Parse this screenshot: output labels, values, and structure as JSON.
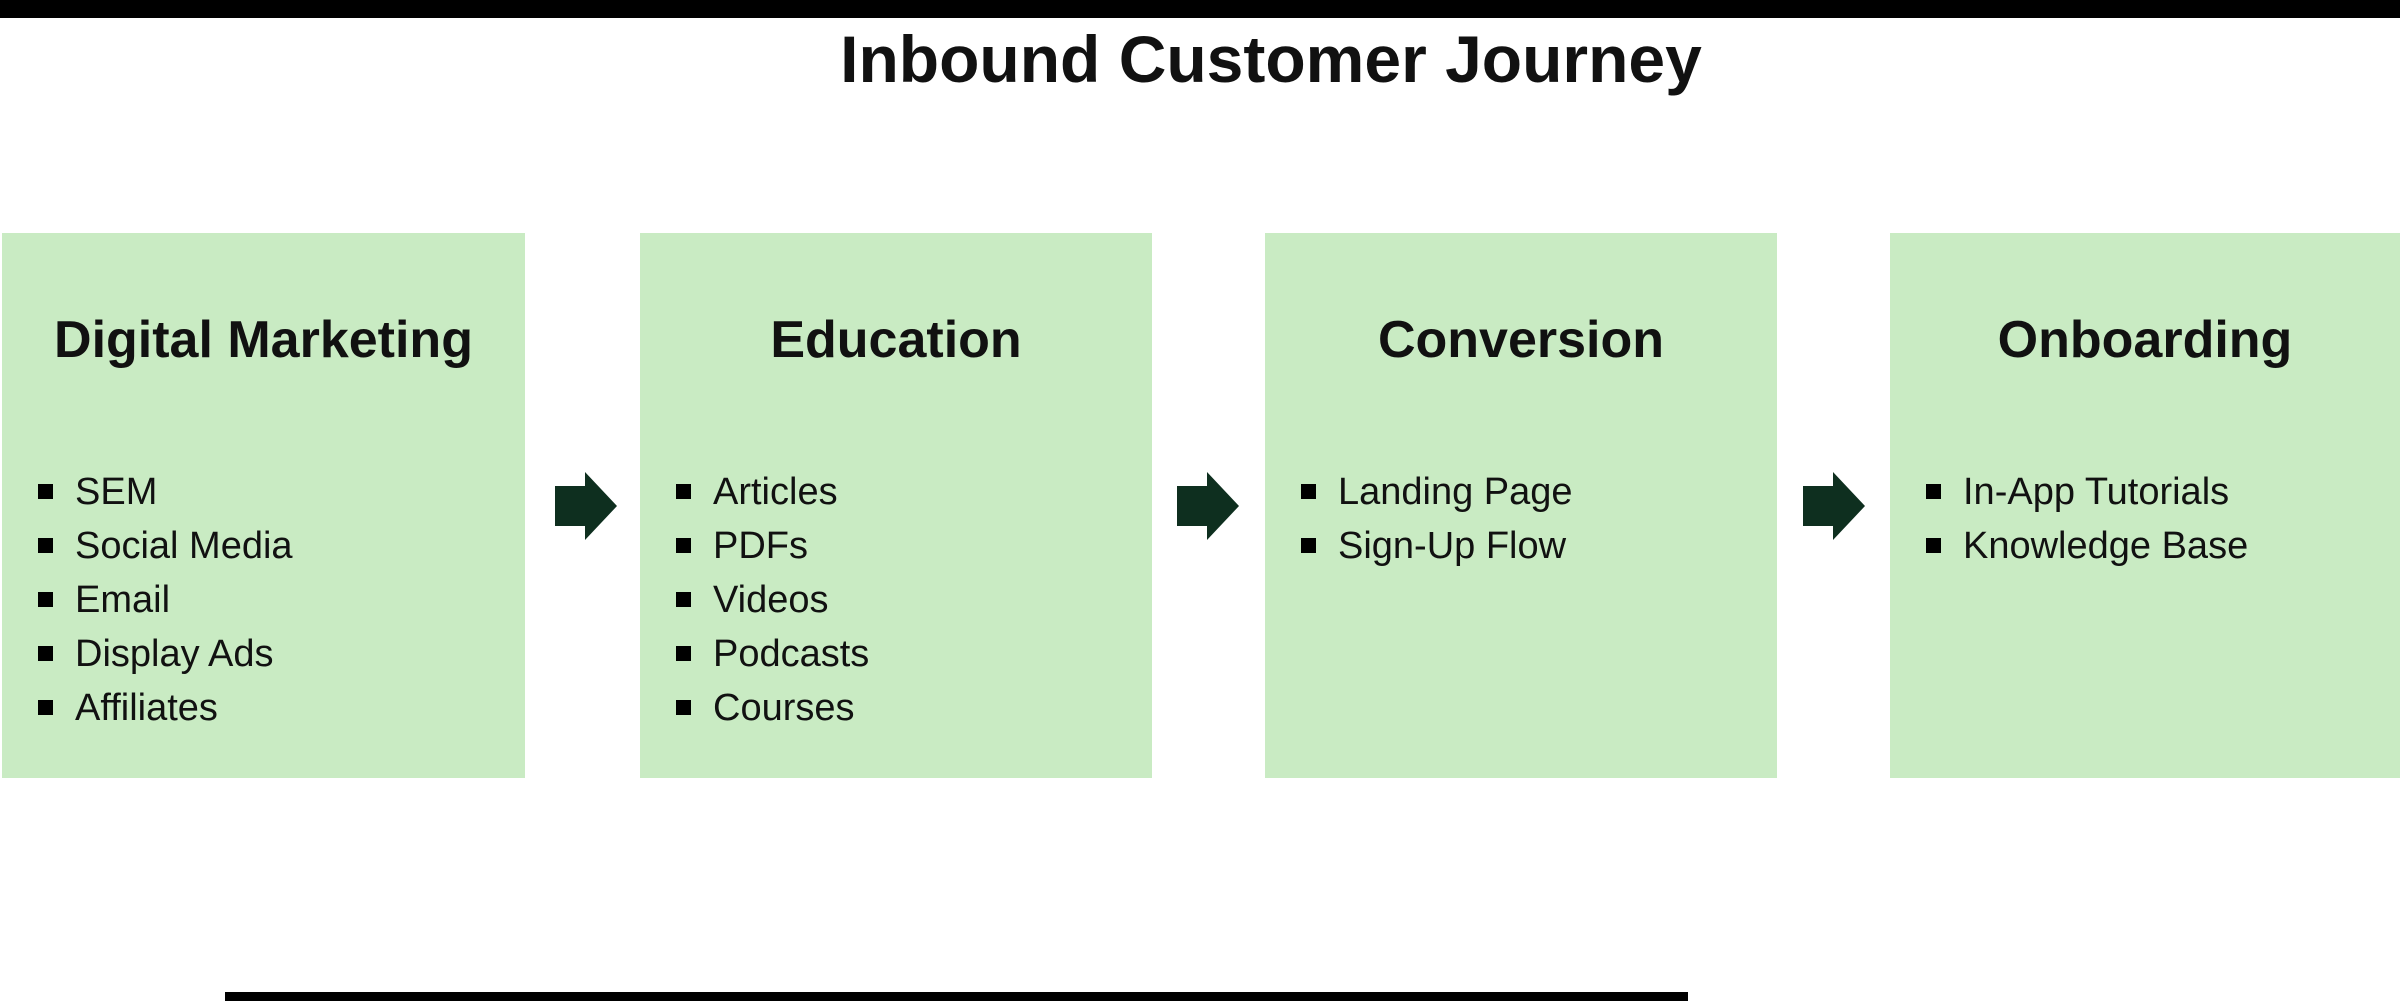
{
  "title": "Inbound Customer Journey",
  "colors": {
    "box_fill": "#c9ebc3",
    "arrow": "#0e2f1f",
    "bar": "#000000",
    "text": "#111111",
    "background": "#ffffff"
  },
  "stages": [
    {
      "title": "Digital Marketing",
      "items": [
        "SEM",
        "Social Media",
        "Email",
        "Display Ads",
        "Affiliates"
      ]
    },
    {
      "title": "Education",
      "items": [
        "Articles",
        "PDFs",
        "Videos",
        "Podcasts",
        "Courses"
      ]
    },
    {
      "title": "Conversion",
      "items": [
        "Landing Page",
        "Sign-Up Flow"
      ]
    },
    {
      "title": "Onboarding",
      "items": [
        "In-App Tutorials",
        "Knowledge Base"
      ]
    }
  ]
}
